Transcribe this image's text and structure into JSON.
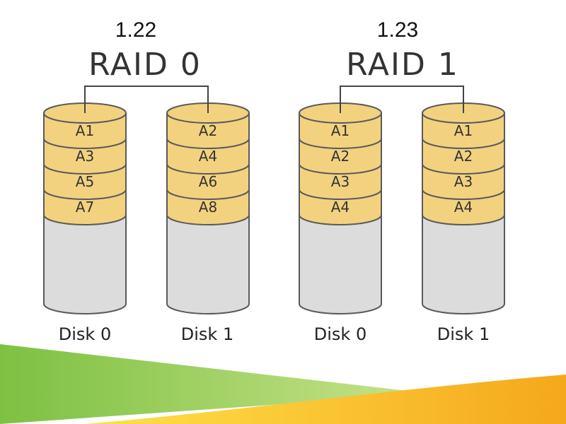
{
  "arrays": [
    {
      "number": "1.22",
      "title": "RAID 0",
      "disks": [
        {
          "label": "Disk 0",
          "blocks": [
            "A1",
            "A3",
            "A5",
            "A7"
          ]
        },
        {
          "label": "Disk 1",
          "blocks": [
            "A2",
            "A4",
            "A6",
            "A8"
          ]
        }
      ]
    },
    {
      "number": "1.23",
      "title": "RAID 1",
      "disks": [
        {
          "label": "Disk 0",
          "blocks": [
            "A1",
            "A2",
            "A3",
            "A4"
          ]
        },
        {
          "label": "Disk 1",
          "blocks": [
            "A1",
            "A2",
            "A3",
            "A4"
          ]
        }
      ]
    }
  ],
  "colors": {
    "block_fill": "#f3d27f",
    "block_stroke": "#5a5a5a",
    "empty_fill": "#dcdcdc",
    "accent_green": "#8cc63f",
    "accent_yellow": "#f7c51a"
  }
}
